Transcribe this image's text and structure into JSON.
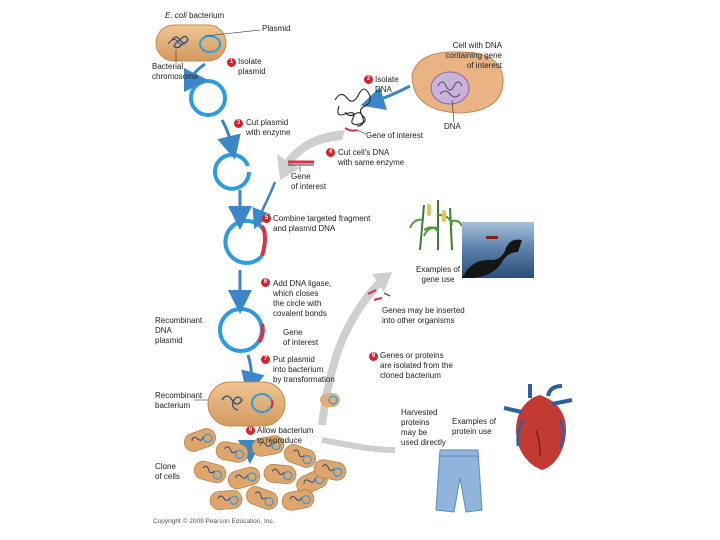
{
  "labels": {
    "ecoli_a": "E. coli",
    "ecoli_b": " bacterium",
    "plasmid": "Plasmid",
    "bacterial_chromosome": "Bacterial\nchromosome",
    "cell_with_dna": "Cell with DNA\ncontaining gene\nof interest",
    "dna": "DNA",
    "gene_of_interest_1": "Gene of interest",
    "gene_of_interest_2": "Gene\nof interest",
    "gene_of_interest_3": "Gene\nof interest",
    "recombinant_dna_plasmid": "Recombinant\nDNA\nplasmid",
    "recombinant_bacterium": "Recombinant\nbacterium",
    "clone_of_cells": "Clone\nof cells",
    "examples_gene_use": "Examples of\ngene use",
    "genes_inserted": "Genes may be inserted\ninto other organisms",
    "harvested_proteins": "Harvested\nproteins\nmay be\nused directly",
    "examples_protein_use": "Examples of\nprotein use",
    "copyright": "Copyright © 2009 Pearson Education, Inc."
  },
  "steps": [
    {
      "num": "1",
      "text": "Isolate\nplasmid"
    },
    {
      "num": "2",
      "text": "Isolate\nDNA"
    },
    {
      "num": "3",
      "text": "Cut plasmid\nwith enzyme"
    },
    {
      "num": "4",
      "text": "Cut cell's DNA\nwith same enzyme"
    },
    {
      "num": "5",
      "text": "Combine targeted fragment\nand plasmid DNA"
    },
    {
      "num": "6",
      "text": "Add DNA ligase,\nwhich closes\nthe circle with\ncovalent bonds"
    },
    {
      "num": "7",
      "text": "Put plasmid\ninto bacterium\nby transformation"
    },
    {
      "num": "8",
      "text": "Allow bacterium\nto reproduce"
    },
    {
      "num": "9",
      "text": "Genes or proteins\nare isolated from the\ncloned bacterium"
    }
  ],
  "colors": {
    "plasmid_blue": "#2f9be0",
    "cell_tan": "#e3b27c",
    "gene_red": "#d8324a",
    "arrow_blue": "#3a86c8",
    "arrow_gray": "#cfcfcf",
    "step_red": "#d2232a"
  }
}
